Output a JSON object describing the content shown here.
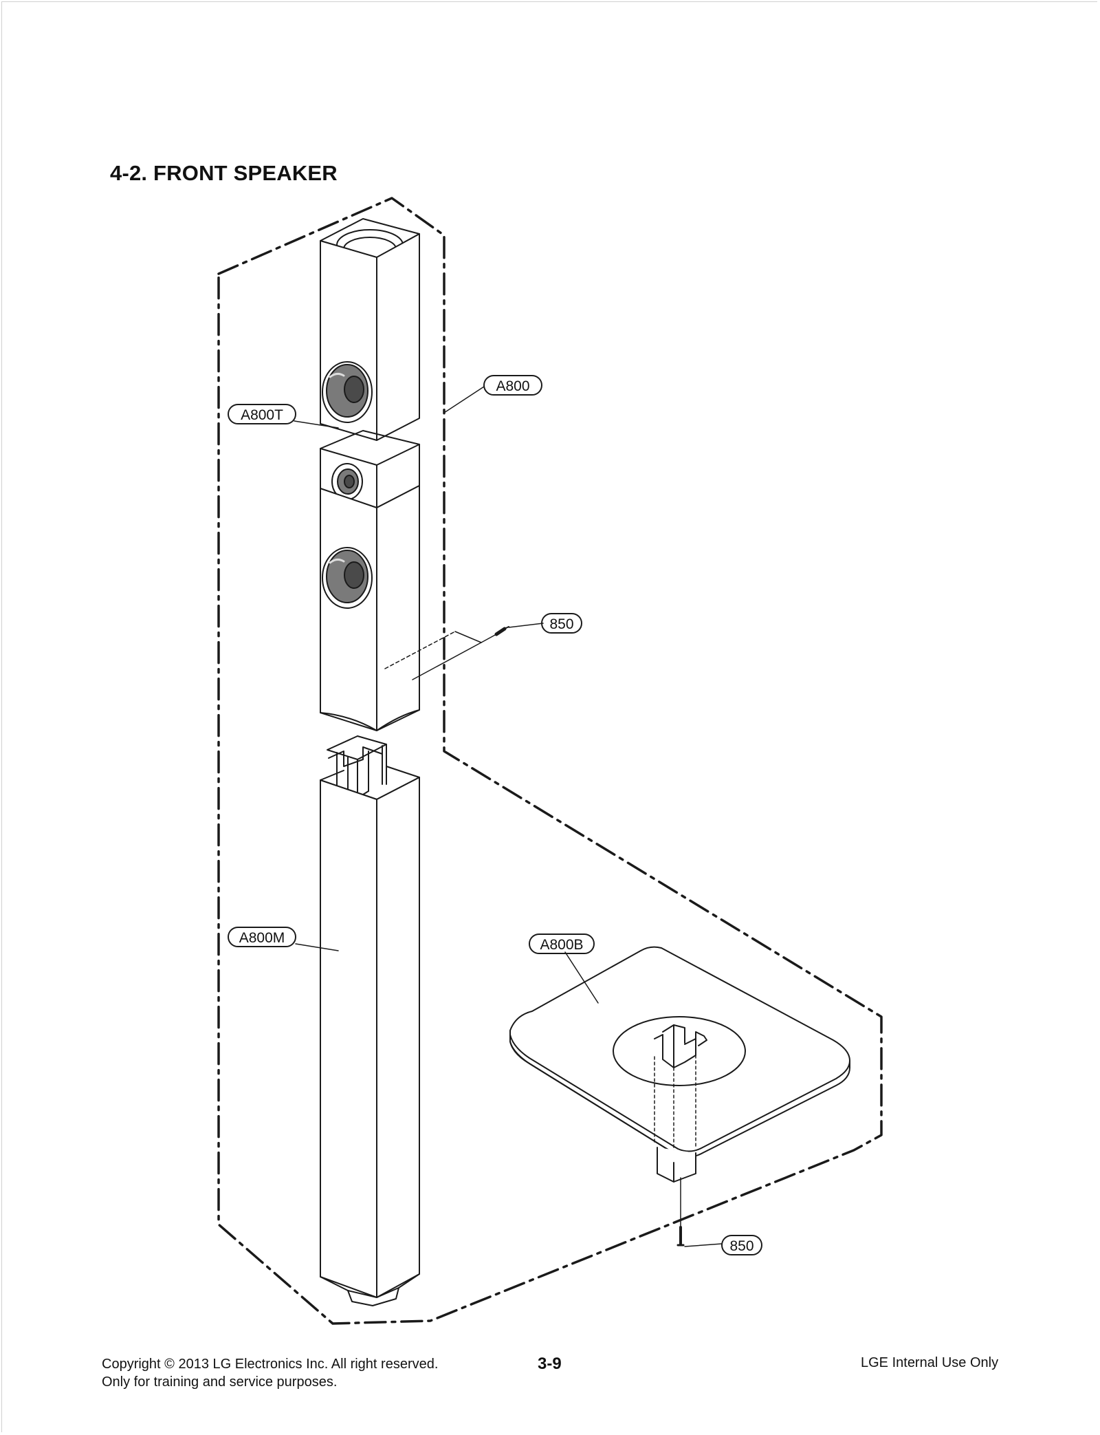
{
  "section_title": "4-2. FRONT SPEAKER",
  "part_labels": {
    "a800": "A800",
    "a800t": "A800T",
    "screw_top": "850",
    "a800m": "A800M",
    "a800b": "A800B",
    "screw_bottom": "850"
  },
  "footer": {
    "copyright": "Copyright © 2013 LG Electronics Inc. All right reserved.",
    "purpose": "Only for training and service purposes.",
    "page_number": "3-9",
    "internal": "LGE Internal Use Only"
  },
  "colors": {
    "line": "#1a1a1a",
    "driver_fill": "#7a7a7a",
    "driver_dark": "#4a4a4a",
    "panel_fill": "#ffffff"
  }
}
